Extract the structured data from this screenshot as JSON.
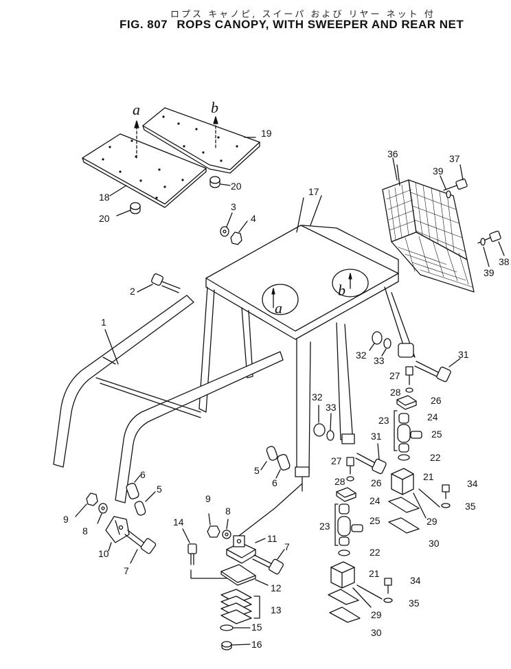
{
  "header": {
    "japanese_title": "ロプス キャノピ, スイーパ および リヤー ネット 付",
    "fig_number": "FIG. 807",
    "title": "ROPS CANOPY, WITH SWEEPER AND REAR NET"
  },
  "reference_marks": {
    "a_upper": "a",
    "b_upper": "b",
    "a_roof": "a",
    "b_roof": "b"
  },
  "part_labels": {
    "p1": "1",
    "p2": "2",
    "p3": "3",
    "p4": "4",
    "p5a": "5",
    "p5b": "5",
    "p6a": "6",
    "p6b": "6",
    "p7a": "7",
    "p7b": "7",
    "p8a": "8",
    "p8b": "8",
    "p9a": "9",
    "p9b": "9",
    "p10": "10",
    "p11": "11",
    "p12": "12",
    "p13": "13",
    "p14": "14",
    "p15": "15",
    "p16": "16",
    "p17": "17",
    "p18": "18",
    "p19": "19",
    "p20a": "20",
    "p20b": "20",
    "p21a": "21",
    "p21b": "21",
    "p22a": "22",
    "p22b": "22",
    "p23a": "23",
    "p23b": "23",
    "p24a": "24",
    "p24b": "24",
    "p25a": "25",
    "p25b": "25",
    "p26a": "26",
    "p26b": "26",
    "p27a": "27",
    "p27b": "27",
    "p28a": "28",
    "p28b": "28",
    "p29a": "29",
    "p29b": "29",
    "p30a": "30",
    "p30b": "30",
    "p31a": "31",
    "p31b": "31",
    "p32a": "32",
    "p32b": "32",
    "p33a": "33",
    "p33b": "33",
    "p34a": "34",
    "p34b": "34",
    "p35a": "35",
    "p35b": "35",
    "p36": "36",
    "p37": "37",
    "p38": "38",
    "p39a": "39",
    "p39b": "39"
  }
}
